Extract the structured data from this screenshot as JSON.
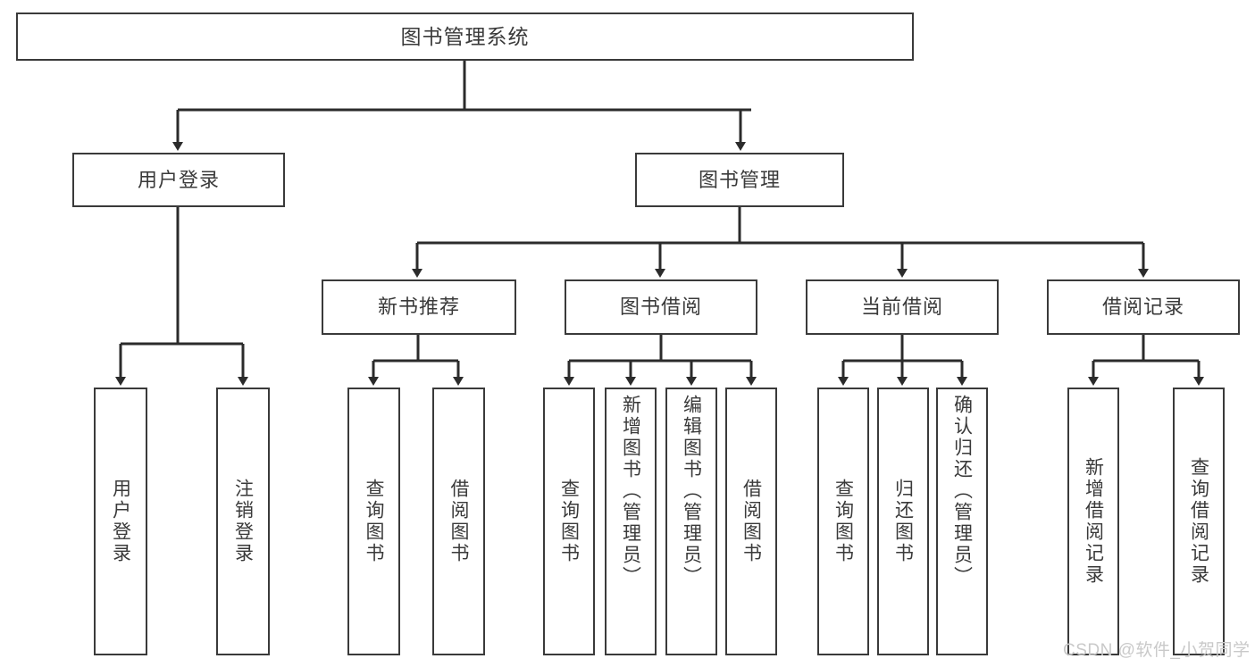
{
  "diagram": {
    "title": "图书管理系统",
    "type": "tree-structure-chart",
    "style": {
      "background": "#ffffff",
      "box_border": "#3a3a3a",
      "box_fill": "#ffffff",
      "text_color": "#3a3a3a",
      "edge_color": "#2b2b2b",
      "watermark_color": "#c9c9c9"
    }
  },
  "nodes": {
    "root": {
      "label": "图书管理系统",
      "level": 1
    },
    "user_login": {
      "label": "用户登录",
      "level": 2
    },
    "book_manage": {
      "label": "图书管理",
      "level": 2
    },
    "new_book_rec": {
      "label": "新书推荐",
      "level": 3
    },
    "book_borrow": {
      "label": "图书借阅",
      "level": 3
    },
    "current_borrow": {
      "label": "当前借阅",
      "level": 3
    },
    "borrow_record": {
      "label": "借阅记录",
      "level": 3
    },
    "leaf_user_login": {
      "label": "用户登录",
      "level": 4
    },
    "leaf_logout": {
      "label": "注销登录",
      "level": 4
    },
    "leaf_query_book_1": {
      "label": "查询图书",
      "level": 4
    },
    "leaf_borrow_book_1": {
      "label": "借阅图书",
      "level": 4
    },
    "leaf_query_book_2": {
      "label": "查询图书",
      "level": 4
    },
    "leaf_add_book": {
      "label": "新增图书（管理员）",
      "level": 4
    },
    "leaf_edit_book": {
      "label": "编辑图书（管理员）",
      "level": 4
    },
    "leaf_borrow_book_2": {
      "label": "借阅图书",
      "level": 4
    },
    "leaf_query_book_3": {
      "label": "查询图书",
      "level": 4
    },
    "leaf_return_book": {
      "label": "归还图书",
      "level": 4
    },
    "leaf_confirm_return": {
      "label": "确认归还（管理员）",
      "level": 4
    },
    "leaf_add_record": {
      "label": "新增借阅记录",
      "level": 4
    },
    "leaf_query_record": {
      "label": "查询借阅记录",
      "level": 4
    }
  },
  "watermark": {
    "text": "CSDN @软件_小贺同学"
  }
}
